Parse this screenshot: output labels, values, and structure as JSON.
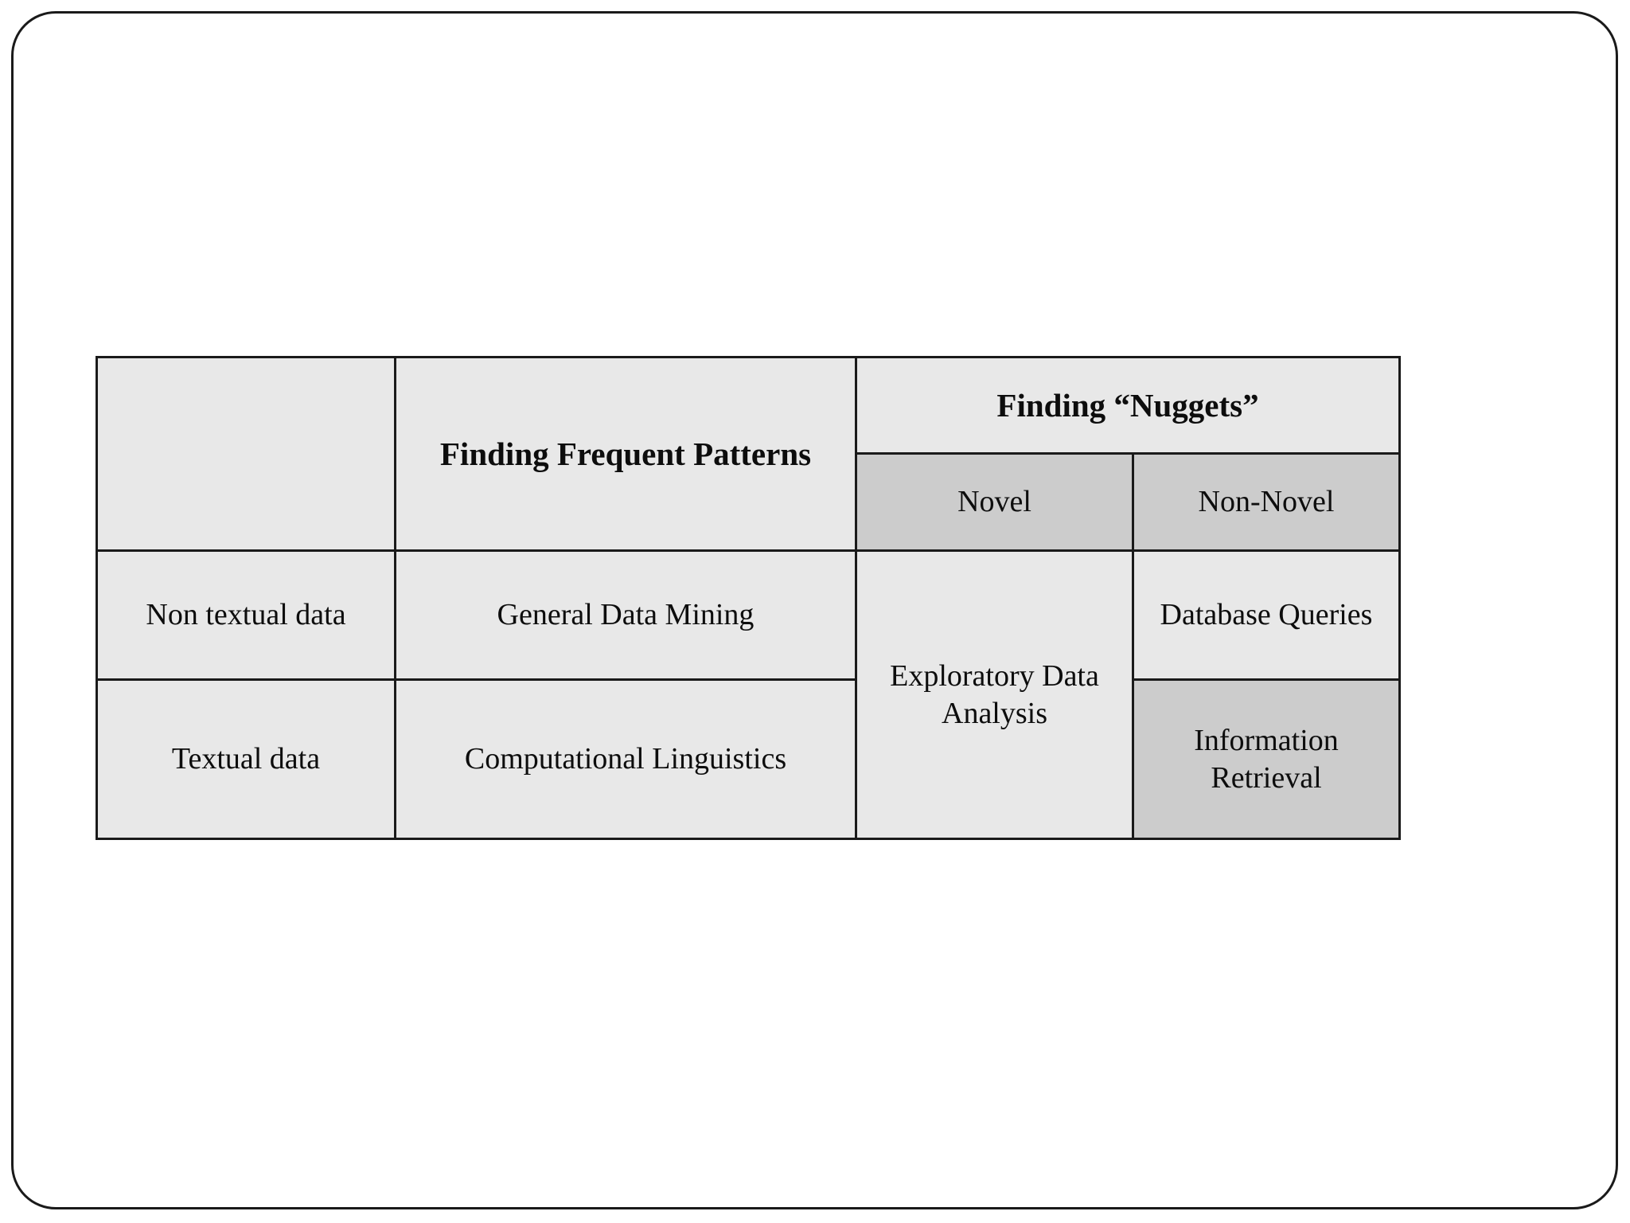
{
  "slide": {
    "name": "matrix-comparison-slide"
  },
  "table": {
    "name": "text-mining-matrix",
    "header": {
      "corner_blank": "",
      "frequent_patterns": "Finding Frequent Patterns",
      "nuggets": "Finding “Nuggets”",
      "novel": "Novel",
      "non_novel": "Non-Novel"
    },
    "rows": [
      {
        "label": "Non textual data",
        "frequent_patterns": "General Data Mining",
        "novel": "Exploratory Data Analysis",
        "non_novel": "Database Queries"
      },
      {
        "label": "Textual data",
        "frequent_patterns": "Computational Linguistics",
        "non_novel": "Information Retrieval"
      }
    ]
  },
  "colors": {
    "cell_light": "#e8e8e8",
    "cell_shaded": "#cccccc",
    "border": "#1a1a1a",
    "text": "#0d0d0d",
    "page_background": "#ffffff"
  }
}
